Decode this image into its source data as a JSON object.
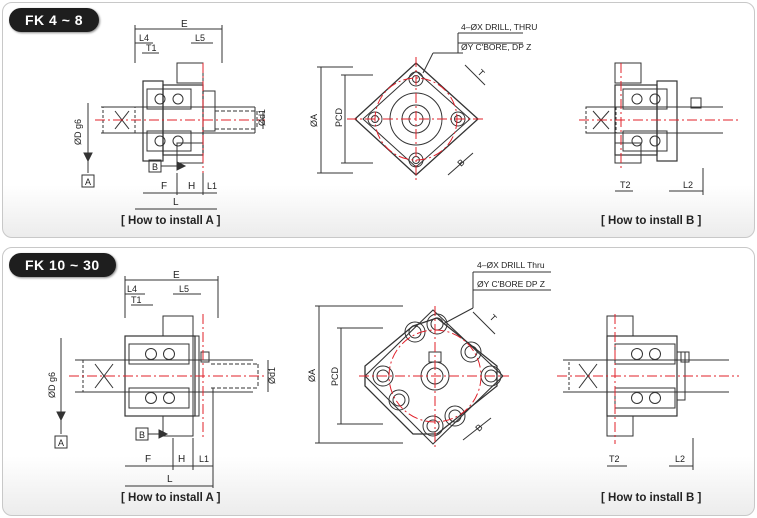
{
  "panels": [
    {
      "tag": "FK 4 ~ 8",
      "caption_a": "[ How to install A ]",
      "caption_b": "[ How to install B ]",
      "drill_note": "4–ØX DRILL, THRU",
      "cbore_note": "ØY C'BORE, DP Z"
    },
    {
      "tag": "FK 10 ~ 30",
      "caption_a": "[ How to install A ]",
      "caption_b": "[ How to install B ]",
      "drill_note": "4–ØX DRILL  Thru",
      "cbore_note": "ØY C'BORE  DP Z"
    }
  ],
  "dims": {
    "E": "E",
    "L4": "L4",
    "L5": "L5",
    "T1": "T1",
    "T2": "T2",
    "L1": "L1",
    "L2": "L2",
    "L": "L",
    "F": "F",
    "H": "H",
    "D": "ØD g6",
    "d1": "Ød1",
    "A": "ØA",
    "PCD": "PCD",
    "T": "T",
    "B": "B",
    "ref_a": "A",
    "ref_b": "B"
  },
  "colors": {
    "line": "#333333",
    "center": "#e0202a",
    "panel_border": "#c8c8c8",
    "tag_bg": "#1e1e1e"
  }
}
